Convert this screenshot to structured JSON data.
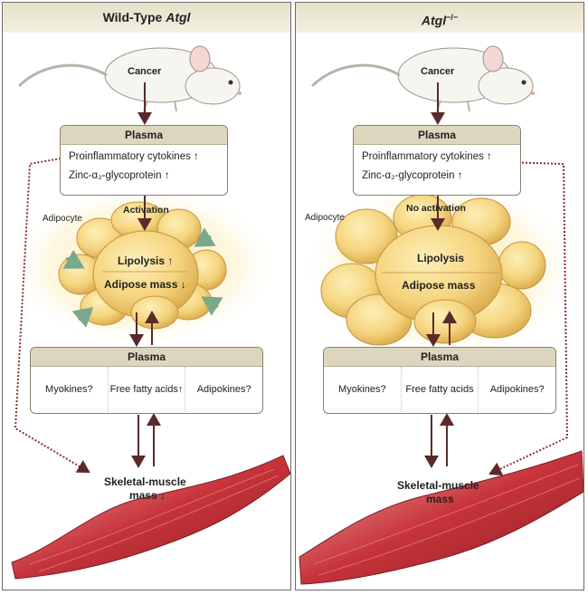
{
  "left": {
    "title": "Wild-Type",
    "title_gene": "Atgl",
    "cancer": "Cancer",
    "plasma_top": {
      "header": "Plasma",
      "row1": "Proinflammatory cytokines ↑",
      "row2": "Zinc-α₂-glycoprotein ↑"
    },
    "adipocyte": "Adipocyte",
    "activation": "Activation",
    "lipolysis": "Lipolysis ↑",
    "adipose_mass": "Adipose mass ↓",
    "plasma_bottom": {
      "header": "Plasma",
      "cells": [
        "Myokines?",
        "Free fatty acids↑",
        "Adipokines?"
      ]
    },
    "muscle_line1": "Skeletal-muscle",
    "muscle_line2": "mass ↓"
  },
  "right": {
    "title_gene": "Atgl",
    "title_sup": "−/−",
    "cancer": "Cancer",
    "plasma_top": {
      "header": "Plasma",
      "row1": "Proinflammatory cytokines ↑",
      "row2": "Zinc-α₂-glycoprotein ↑"
    },
    "adipocyte": "Adipocyte",
    "activation": "No activation",
    "lipolysis": "Lipolysis",
    "adipose_mass": "Adipose mass",
    "plasma_bottom": {
      "header": "Plasma",
      "cells": [
        "Myokines?",
        "Free fatty acids",
        "Adipokines?"
      ]
    },
    "muscle_line1": "Skeletal-muscle",
    "muscle_line2": "mass"
  },
  "colors": {
    "arrow": "#5a2a2a",
    "fat": "#f3d27c",
    "fat_glow": "#fbe8a6",
    "muscle": "#c0333a",
    "header_bg": "#e6e1c9",
    "box_header": "#ddd6bf",
    "green_arrow": "#7aa88a"
  }
}
